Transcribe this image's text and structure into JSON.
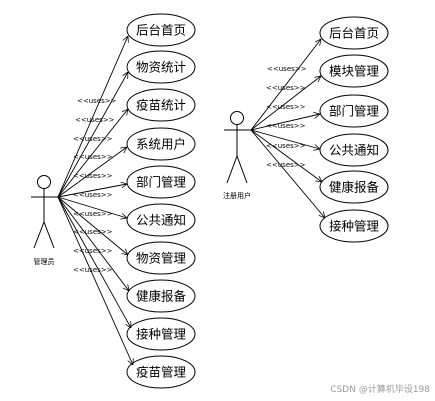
{
  "admin": {
    "label": "管理员",
    "relation_label": "<<uses>>",
    "use_cases": [
      "后台首页",
      "物资统计",
      "疫苗统计",
      "系统用户",
      "部门管理",
      "公共通知",
      "物资管理",
      "健康报备",
      "接种管理",
      "疫苗管理"
    ]
  },
  "user": {
    "label": "注册用户",
    "relation_label": "<<uses>>",
    "use_cases": [
      "后台首页",
      "模块管理",
      "部门管理",
      "公共通知",
      "健康报备",
      "接种管理"
    ]
  },
  "watermark": "CSDN @计算机毕设198"
}
